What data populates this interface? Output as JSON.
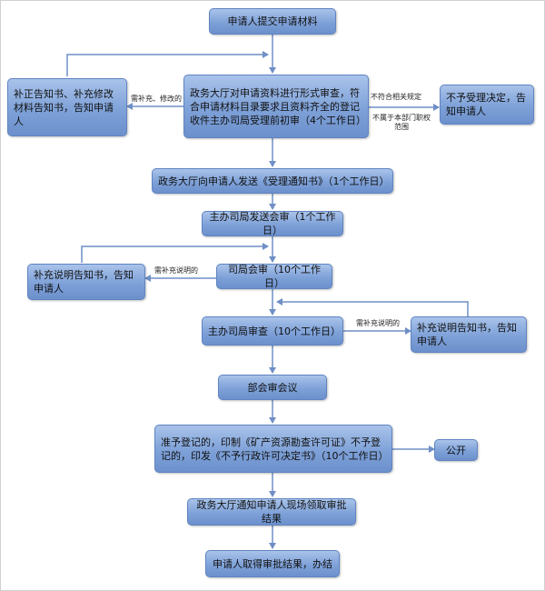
{
  "steps": {
    "s1": "申请人提交申请材料",
    "s2": "政务大厅对申请资料进行形式审查，符合申请材料目录要求且资料齐全的登记收件主办司局受理前初审（4个工作日）",
    "s3": "政务大厅向申请人发送《受理通知书》（1个工作日）",
    "s4": "主办司局发送会审（1个工作日）",
    "s5": "司局会审（10个工作日）",
    "s6": "主办司局审查（10个工作日）",
    "s7": "部会审会议",
    "s8": "准予登记的，印制《矿产资源勘查许可证》不予登记的，印发《不予行政许可决定书》（10个工作日）",
    "s9": "政务大厅通知申请人现场领取审批结果",
    "s10": "申请人取得审批结果，办结"
  },
  "side": {
    "correct": "补正告知书、补充修改材料告知书，告知申请人",
    "reject": "不予受理决定，告知申请人",
    "supp1": "补充说明告知书，告知申请人",
    "supp2": "补充说明告知书，告知申请人",
    "public": "公开"
  },
  "labels": {
    "need_supp_modify": "需补充、修改的",
    "not_comply": "不符合相关规定",
    "not_scope": "不属于本部门职权范围",
    "need_explain1": "需补充说明的",
    "need_explain2": "需补充说明的"
  },
  "colors": {
    "box_fill": "#7ea1d8",
    "line": "#6f8fc6"
  }
}
